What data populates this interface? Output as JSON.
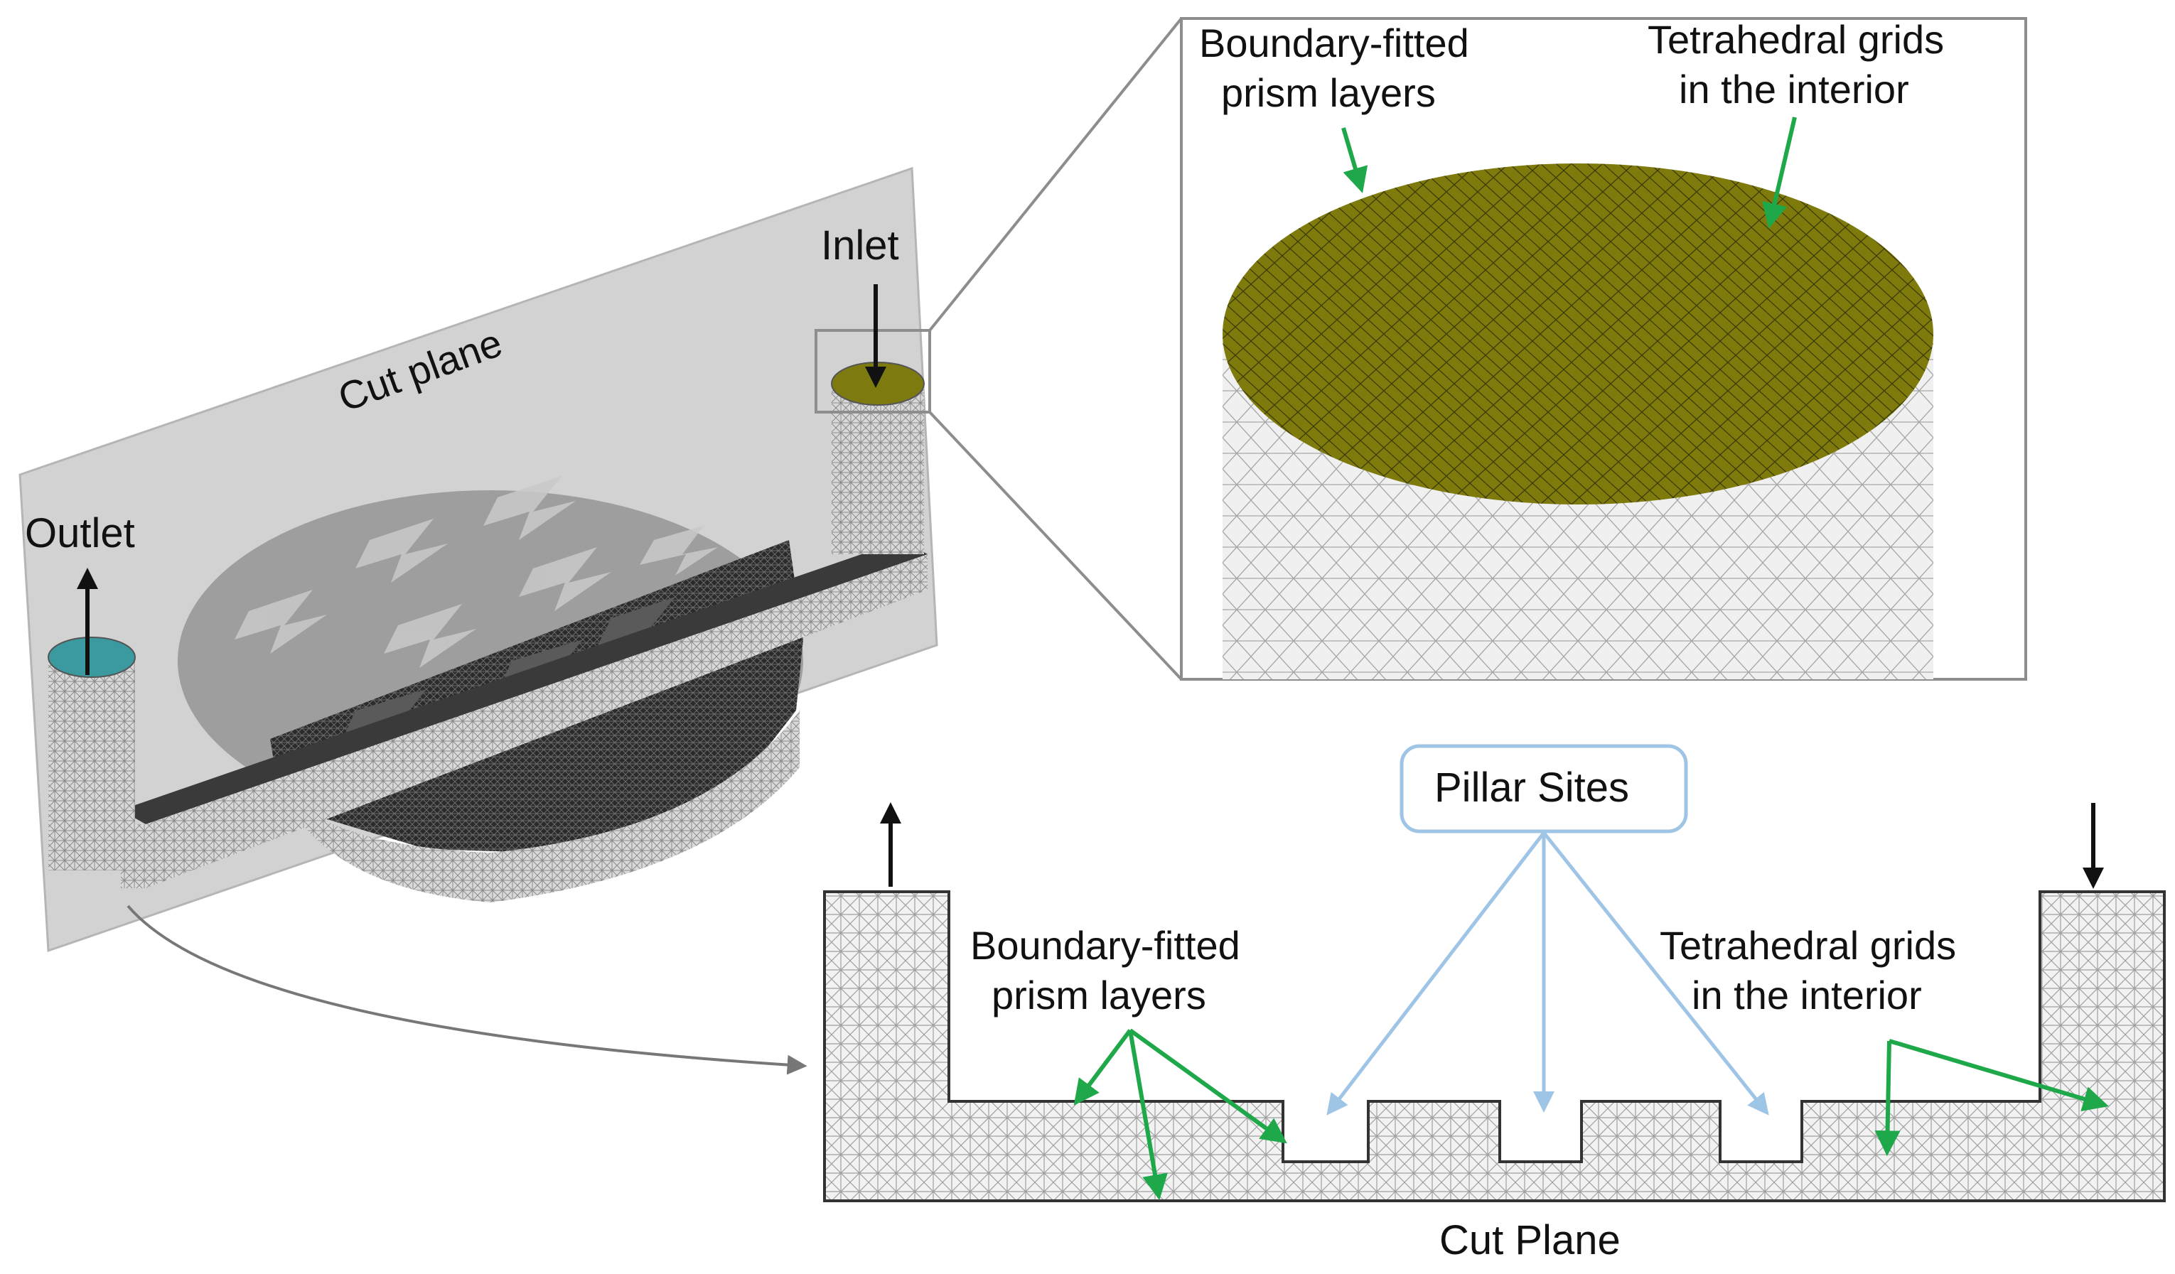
{
  "labels": {
    "cut_plane_3d": "Cut plane",
    "inlet": "Inlet",
    "outlet": "Outlet",
    "pillar_sites": "Pillar Sites",
    "cut_plane_bottom": "Cut Plane"
  },
  "zoom_callout": {
    "left_label_line1": "Boundary-fitted",
    "left_label_line2": "prism layers",
    "right_label_line1": "Tetrahedral grids",
    "right_label_line2": "in the interior"
  },
  "section_callout": {
    "left_label_line1": "Boundary-fitted",
    "left_label_line2": "prism layers",
    "right_label_line1": "Tetrahedral grids",
    "right_label_line2": "in the interior"
  },
  "colors": {
    "pointer_arrow": "#1fa84a",
    "pillar_box": "#9ec4e6",
    "inlet_face": "#7d7a10",
    "outlet_face": "#3b9aa0",
    "cut_plane": "#d2d2d2",
    "mesh_dark": "#2a2a2a"
  }
}
